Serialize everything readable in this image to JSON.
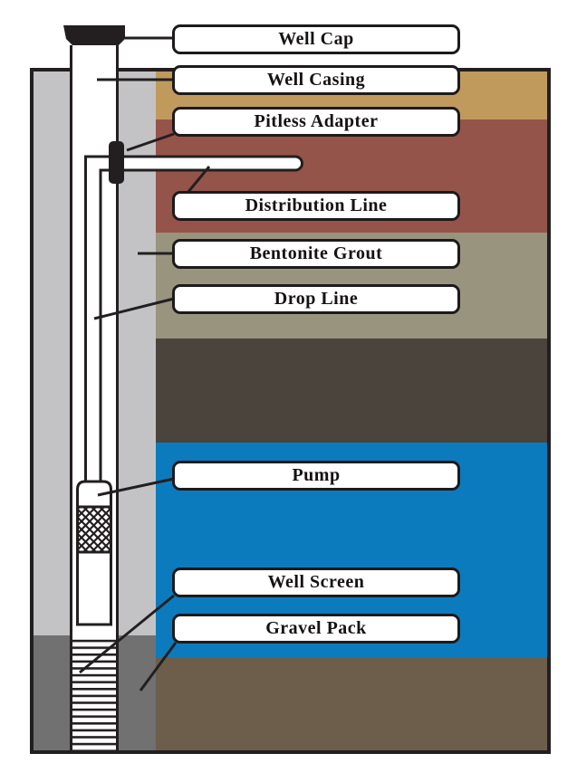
{
  "labels": {
    "well_cap": "Well Cap",
    "well_casing": "Well Casing",
    "pitless_adapter": "Pitless Adapter",
    "distribution_line": "Distribution Line",
    "bentonite_grout": "Bentonite Grout",
    "drop_line": "Drop Line",
    "pump": "Pump",
    "well_screen": "Well Screen",
    "gravel_pack": "Gravel Pack"
  },
  "colors": {
    "outline": "#231f20",
    "grout_annulus_gray": "#c3c3c5",
    "gravel_pack_gray": "#717171",
    "stratum_topsoil_tan": "#c09a5c",
    "stratum_clay_redbrown": "#95544a",
    "stratum_silt_olive": "#98947e",
    "stratum_dark_brown": "#4a443c",
    "aquifer_blue": "#0c7bbe",
    "stratum_bottom_brown": "#6c5e4b",
    "well_cap_black": "#231f20",
    "pitless_adapter_black": "#231f20",
    "casing_white": "#ffffff",
    "pipe_white": "#ffffff",
    "pump_white": "#ffffff"
  }
}
